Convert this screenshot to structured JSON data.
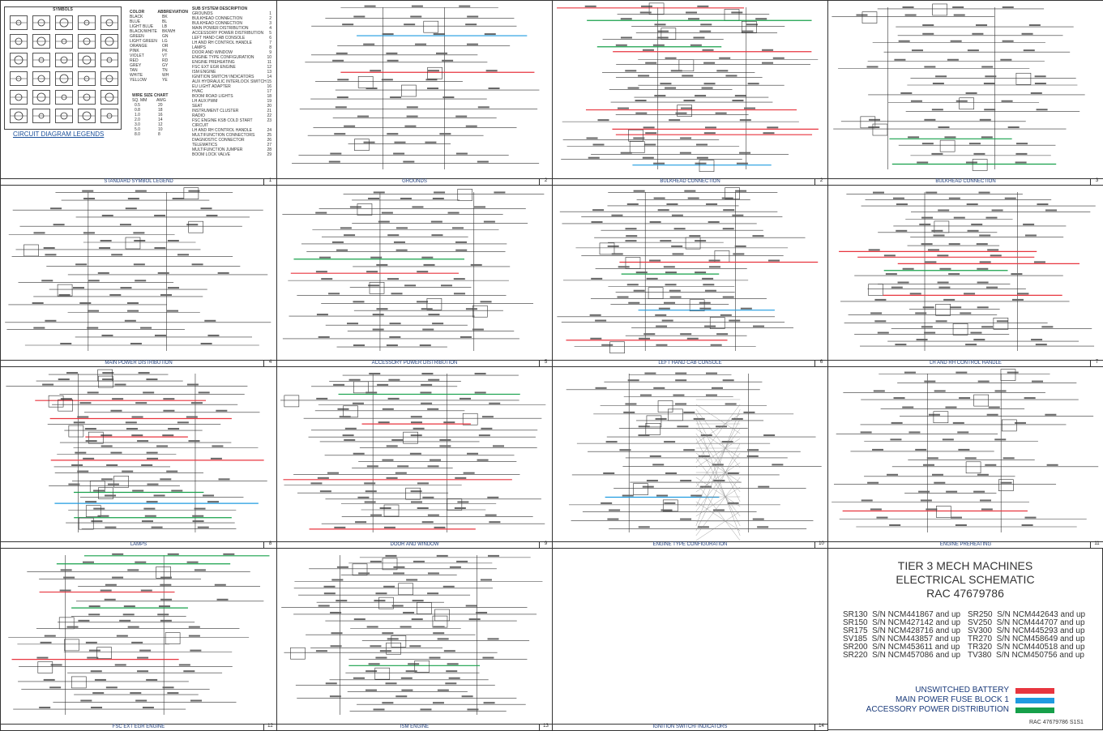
{
  "legend": {
    "symbols_title": "SYMBOLS",
    "circuit_title": "CIRCUIT DIAGRAM LEGENDS",
    "color_header": "COLOR",
    "abbr_header": "ABBREVIATION",
    "colors": [
      [
        "BLACK",
        "BK"
      ],
      [
        "BLUE",
        "BL"
      ],
      [
        "LIGHT BLUE",
        "LB"
      ],
      [
        "BLACK/WHITE",
        "BK/WH"
      ],
      [
        "GREEN",
        "GN"
      ],
      [
        "LIGHT GREEN",
        "LG"
      ],
      [
        "ORANGE",
        "OR"
      ],
      [
        "PINK",
        "PK"
      ],
      [
        "VIOLET",
        "VT"
      ],
      [
        "RED",
        "RD"
      ],
      [
        "GREY",
        "GY"
      ],
      [
        "TAN",
        "TN"
      ],
      [
        "WHITE",
        "WH"
      ],
      [
        "YELLOW",
        "YE"
      ]
    ],
    "wire_title": "WIRE SIZE CHART",
    "wire_h1": "Sq. mm",
    "wire_h2": "AWG",
    "wires": [
      [
        "0.5",
        "20"
      ],
      [
        "0.8",
        "18"
      ],
      [
        "1.0",
        "16"
      ],
      [
        "2.0",
        "14"
      ],
      [
        "3.0",
        "12"
      ],
      [
        "5.0",
        "10"
      ],
      [
        "8.0",
        "8"
      ]
    ],
    "subsystem_title": "SUB SYSTEM DESCRIPTION",
    "subsystems": [
      [
        "GROUNDS",
        "1"
      ],
      [
        "BULKHEAD CONNECTION",
        "2"
      ],
      [
        "BULKHEAD CONNECTION",
        "3"
      ],
      [
        "MAIN POWER DISTRIBUTION",
        "4"
      ],
      [
        "ACCESSORY POWER DISTRIBUTION",
        "5"
      ],
      [
        "LEFT HAND CAB CONSOLE",
        "6"
      ],
      [
        "LH AND RH CONTROL HANDLE",
        "7"
      ],
      [
        "LAMPS",
        "8"
      ],
      [
        "DOOR AND WINDOW",
        "9"
      ],
      [
        "ENGINE TYPE CONFIGURATION",
        "10"
      ],
      [
        "ENGINE PREHEATING",
        "11"
      ],
      [
        "FSC EXT EGR ENGINE",
        "12"
      ],
      [
        "ISM ENGINE",
        "13"
      ],
      [
        "IGNITION SWITCH/ INDICATORS",
        "14"
      ],
      [
        "AUX HYDRAULIC INTERLOCK SWITCH",
        "15"
      ],
      [
        "EU LIGHT ADAPTER",
        "16"
      ],
      [
        "HVAC",
        "17"
      ],
      [
        "BOOM ROAD LIGHTS",
        "18"
      ],
      [
        "LH AUX PWM",
        "19"
      ],
      [
        "SEAT",
        "20"
      ],
      [
        "INSTRUMENT CLUSTER",
        "21"
      ],
      [
        "RADIO",
        "22"
      ],
      [
        "FSC ENGINE KSB COLD START CIRCUIT",
        "23"
      ],
      [
        "LH AND RH CONTROL HANDLE",
        "24"
      ],
      [
        "MULTIFUNCTION CONNECTORS",
        "25"
      ],
      [
        "DIAGNOSTIC CONNECTOR",
        "26"
      ],
      [
        "TELEMATICS",
        "27"
      ],
      [
        "MULTIFUNCTION JUMPER",
        "28"
      ],
      [
        "BOOM LOCK VALVE",
        "29"
      ]
    ]
  },
  "panels": [
    {
      "label": "STANDARD SYMBOL LEGEND",
      "num": "1"
    },
    {
      "label": "GROUNDS",
      "num": "2"
    },
    {
      "label": "BULKHEAD CONNECTION",
      "num": "2"
    },
    {
      "label": "BULKHEAD CONNECTION",
      "num": "3"
    },
    {
      "label": "MAIN POWER DISTRIBUTION",
      "num": "4"
    },
    {
      "label": "ACCESSORY POWER DISTRIBUTION",
      "num": "5"
    },
    {
      "label": "LEFT HAND CAB CONSOLE",
      "num": "6"
    },
    {
      "label": "LH AND RH CONTROL HANDLE",
      "num": "7"
    },
    {
      "label": "LAMPS",
      "num": "8"
    },
    {
      "label": "DOOR AND WINDOW",
      "num": "9"
    },
    {
      "label": "ENGINE TYPE CONFIGURATION",
      "num": "10"
    },
    {
      "label": "ENGINE PREHEATING",
      "num": "11"
    },
    {
      "label": "FSC EXT EGR ENGINE",
      "num": "12"
    },
    {
      "label": "ISM ENGINE",
      "num": "13"
    },
    {
      "label": "IGNITION SWITCH/ INDICATORS",
      "num": "14"
    }
  ],
  "title_block": {
    "line1": "TIER 3 MECH MACHINES",
    "line2": "ELECTRICAL SCHEMATIC",
    "line3": "RAC 47679786",
    "models_left": [
      "SR130  S/N NCM441867 and up",
      "SR150  S/N NCM427142 and up",
      "SR175  S/N NCM428716 and up",
      "SV185  S/N NCM443857 and up",
      "SR200  S/N NCM453611 and up",
      "SR220  S/N NCM457086 and up"
    ],
    "models_right": [
      "SR250  S/N NCM442643 and up",
      "SV250  S/N NCM444707 and up",
      "SV300  S/N NCM445293 and up",
      "TR270  S/N NCM458649 and up",
      "TR320  S/N NCM440518 and up",
      "TV380  S/N NCM450756 and up"
    ],
    "wire_legend": [
      {
        "label": "UNSWITCHED BATTERY",
        "color": "#e8353f"
      },
      {
        "label": "MAIN POWER FUSE BLOCK 1",
        "color": "#1f9be0"
      },
      {
        "label": "ACCESSORY POWER DISTRIBUTION",
        "color": "#16a04a"
      }
    ],
    "doc_ref": "RAC 47679786 S1S1"
  }
}
